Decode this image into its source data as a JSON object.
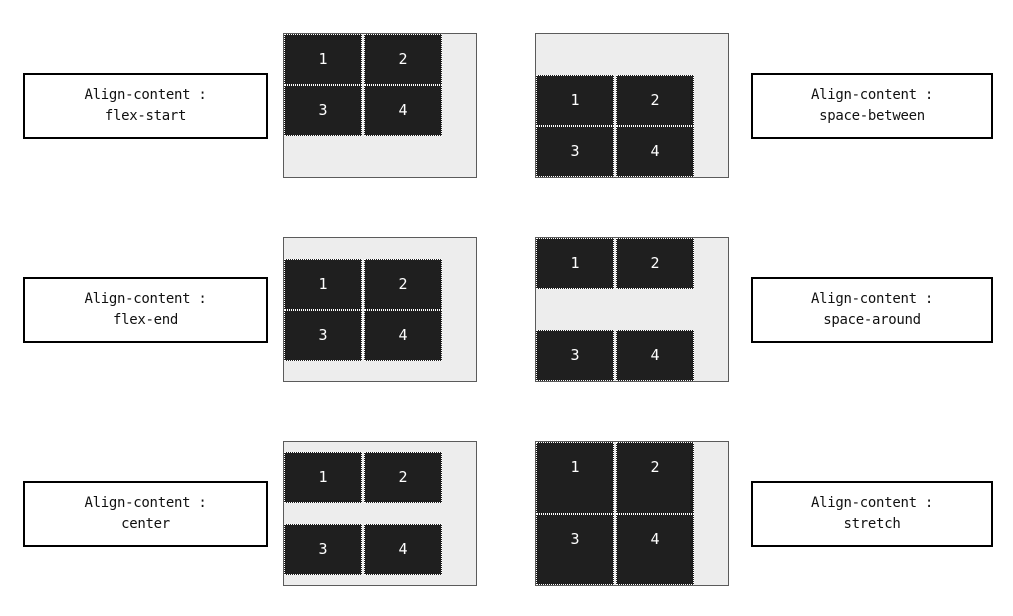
{
  "colors": {
    "page_background": "#ffffff",
    "label_border": "#000000",
    "label_text": "#111111",
    "container_background": "#ededed",
    "container_border": "#5b5b5b",
    "item_background": "#1f1f1f",
    "item_border": "#ffffff",
    "item_text": "#ffffff"
  },
  "demos": [
    {
      "label": {
        "line1": "Align-content :",
        "line2": "flex-start"
      },
      "label_side": "left",
      "applied_alignment": "flex-start",
      "items": [
        "1",
        "2",
        "3",
        "4"
      ]
    },
    {
      "label": {
        "line1": "Align-content :",
        "line2": "space-between"
      },
      "label_side": "right",
      "applied_alignment": "flex-end",
      "items": [
        "1",
        "2",
        "3",
        "4"
      ]
    },
    {
      "label": {
        "line1": "Align-content :",
        "line2": "flex-end"
      },
      "label_side": "left",
      "applied_alignment": "center",
      "items": [
        "1",
        "2",
        "3",
        "4"
      ]
    },
    {
      "label": {
        "line1": "Align-content :",
        "line2": "space-around"
      },
      "label_side": "right",
      "applied_alignment": "space-between",
      "items": [
        "1",
        "2",
        "3",
        "4"
      ]
    },
    {
      "label": {
        "line1": "Align-content :",
        "line2": "center"
      },
      "label_side": "left",
      "applied_alignment": "space-around",
      "items": [
        "1",
        "2",
        "3",
        "4"
      ]
    },
    {
      "label": {
        "line1": "Align-content :",
        "line2": "stretch"
      },
      "label_side": "right",
      "applied_alignment": "stretch",
      "items": [
        "1",
        "2",
        "3",
        "4"
      ]
    }
  ]
}
